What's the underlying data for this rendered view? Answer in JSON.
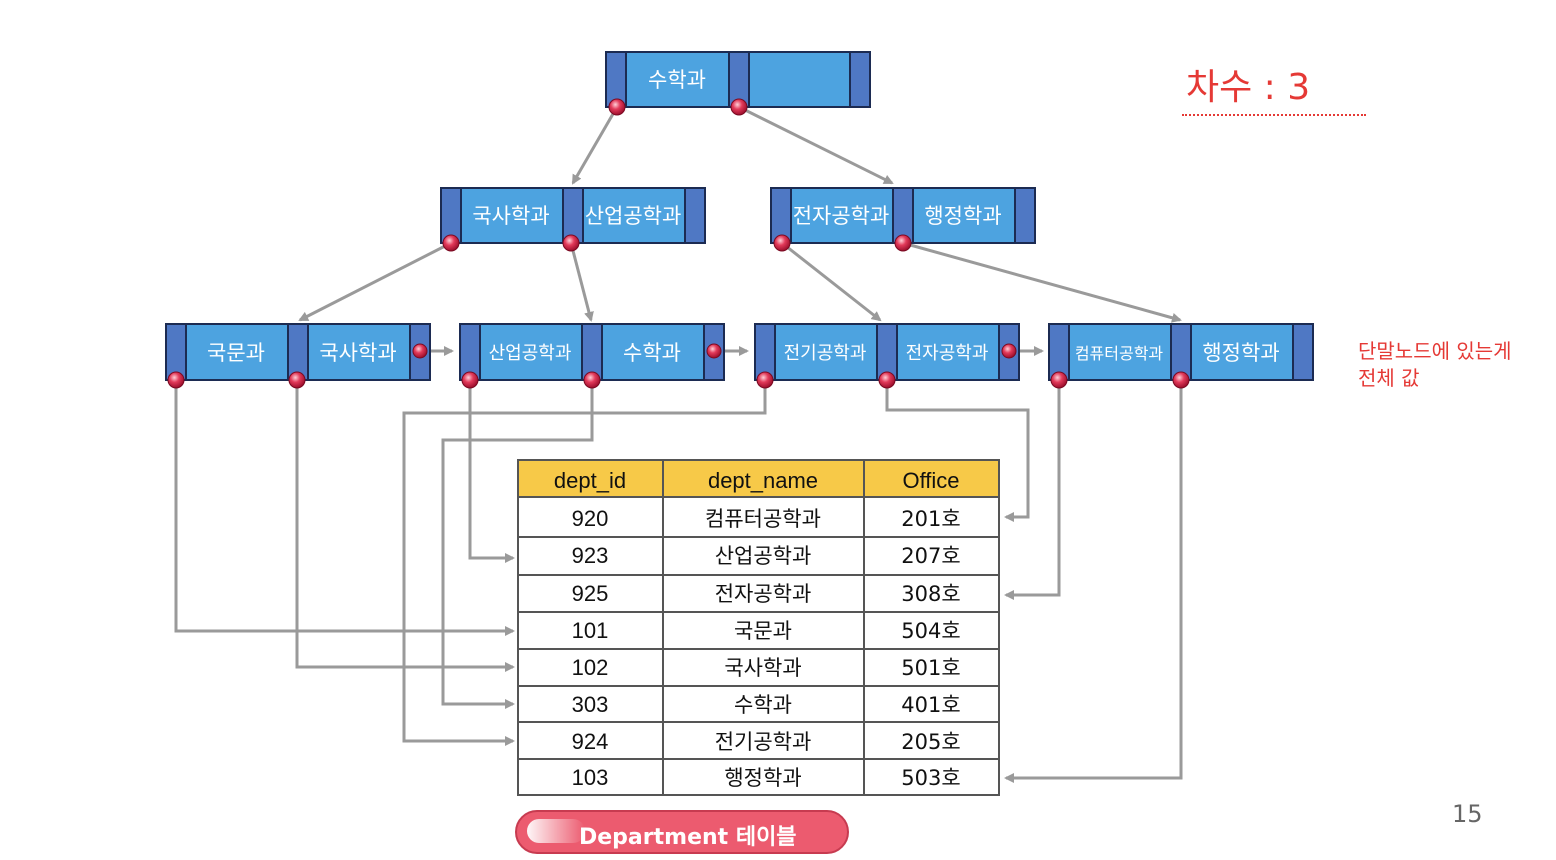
{
  "tree": {
    "root": {
      "keys": [
        "수학과",
        ""
      ]
    },
    "internal": [
      {
        "keys": [
          "국사학과",
          "산업공학과"
        ]
      },
      {
        "keys": [
          "전자공학과",
          "행정학과"
        ]
      }
    ],
    "leaves": [
      {
        "keys": [
          "국문과",
          "국사학과"
        ]
      },
      {
        "keys": [
          "산업공학과",
          "수학과"
        ]
      },
      {
        "keys": [
          "전기공학과",
          "전자공학과"
        ]
      },
      {
        "keys": [
          "컴퓨터공학과",
          "행정학과"
        ]
      }
    ]
  },
  "table": {
    "columns": [
      "dept_id",
      "dept_name",
      "Office"
    ],
    "rows": [
      [
        "920",
        "컴퓨터공학과",
        "201호"
      ],
      [
        "923",
        "산업공학과",
        "207호"
      ],
      [
        "925",
        "전자공학과",
        "308호"
      ],
      [
        "101",
        "국문과",
        "504호"
      ],
      [
        "102",
        "국사학과",
        "501호"
      ],
      [
        "303",
        "수학과",
        "401호"
      ],
      [
        "924",
        "전기공학과",
        "205호"
      ],
      [
        "103",
        "행정학과",
        "503호"
      ]
    ],
    "caption": "Department 테이블"
  },
  "annotations": {
    "order": "차수 : 3",
    "leaf_note_line1": "단말노드에 있는게",
    "leaf_note_line2": "전체 값"
  },
  "page_number": "15",
  "colors": {
    "node_fill": "#4da3e0",
    "node_separator": "#4f78c4",
    "node_border": "#1c2b52",
    "pointer_dot": "#d8284a",
    "connector": "#9a9a9a",
    "table_header": "#f7c948",
    "annotation_red": "#e53935",
    "caption_pill": "#ec5b6f"
  }
}
